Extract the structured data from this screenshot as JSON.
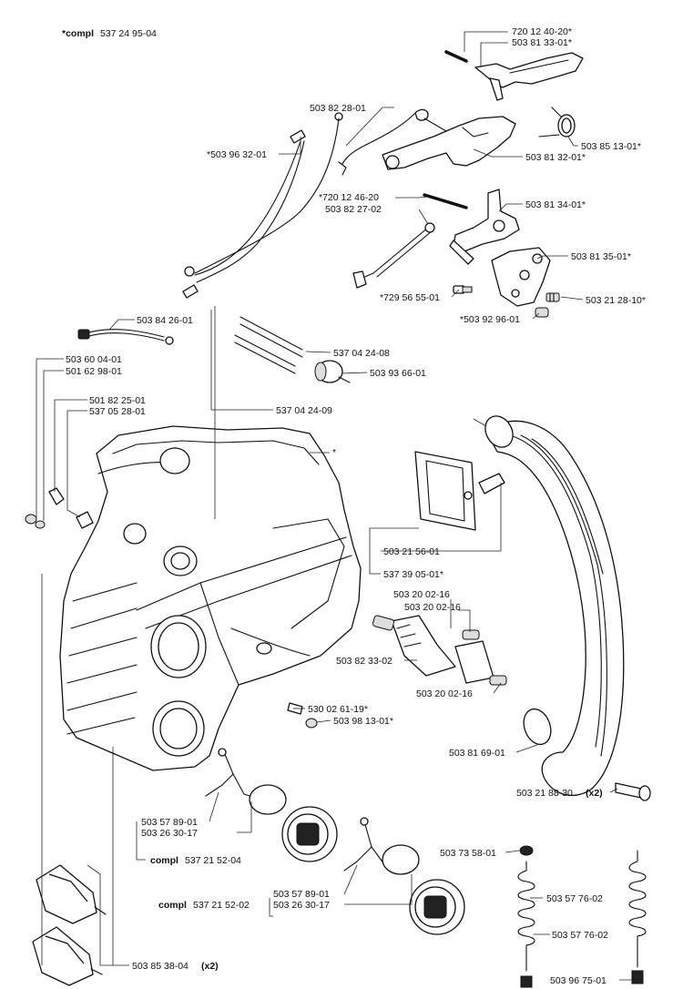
{
  "header": {
    "compl_prefix": "*compl",
    "compl_number": "537 24 95-04"
  },
  "labels": {
    "p720_12_40_20": "720 12 40-20*",
    "p503_81_33_01": "503 81 33-01*",
    "p503_82_28_01": "503 82 28-01",
    "p503_96_32_01": "*503 96 32-01",
    "p503_85_13_01": "503 85 13-01*",
    "p503_81_32_01": "503 81 32-01*",
    "p720_12_46_20": "*720 12 46-20",
    "p503_82_27_02": "503 82 27-02",
    "p503_81_34_01": "503 81 34-01*",
    "p503_81_35_01": "503 81 35-01*",
    "p729_56_55_01": "*729 56 55-01",
    "p503_21_28_10": "503 21 28-10*",
    "p503_92_96_01": "*503 92 96-01",
    "p503_84_26_01": "503 84 26-01",
    "p537_04_24_08": "537 04 24-08",
    "p503_60_04_01": "503 60 04-01",
    "p501_62_98_01": "501 62 98-01",
    "p503_93_66_01": "503 93 66-01",
    "p501_82_25_01": "501 82 25-01",
    "p537_05_28_01": "537 05 28-01",
    "p537_04_24_09": "537 04 24-09",
    "star": "*",
    "p503_21_56_01": "503 21 56-01",
    "p537_39_05_01": "537 39 05-01*",
    "p503_20_02_16_a": "503 20 02-16",
    "p503_20_02_16_b": "503 20 02-16",
    "p503_82_33_02": "503 82 33-02",
    "p503_20_02_16_c": "503 20 02-16",
    "p530_02_61_19": "530 02 61-19*",
    "p503_98_13_01": "503 98 13-01*",
    "p503_81_69_01": "503 81 69-01",
    "p503_21_88_30": "503 21 88-30",
    "x2_a": "(x2)",
    "p503_57_89_01_a": "503 57 89-01",
    "p503_26_30_17_a": "503 26 30-17",
    "compl_a_prefix": "compl",
    "compl_a_number": "537 21 52-04",
    "p503_73_58_01": "503 73 58-01",
    "p503_57_89_01_b": "503 57 89-01",
    "compl_b_prefix": "compl",
    "compl_b_number": "537 21 52-02",
    "p503_26_30_17_b": "503 26 30-17",
    "p503_57_76_02_a": "503 57 76-02",
    "p503_57_76_02_b": "503 57 76-02",
    "p503_85_38_04": "503 85 38-04",
    "x2_b": "(x2)",
    "p503_96_75_01": "503 96 75-01"
  }
}
